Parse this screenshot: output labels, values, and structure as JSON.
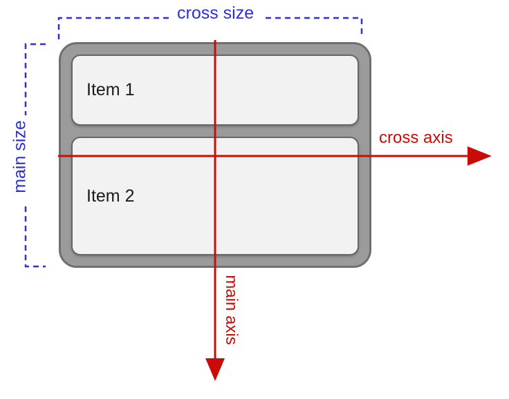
{
  "flex_container": {
    "items": [
      {
        "label": "Item 1"
      },
      {
        "label": "Item 2"
      }
    ]
  },
  "labels": {
    "cross_size": "cross size",
    "main_size": "main size",
    "cross_axis": "cross axis",
    "main_axis": "main axis"
  },
  "colors": {
    "measure_blue": "#2E2EDC",
    "axis_red": "#C90D06",
    "container_fill": "#9B9B9B",
    "container_border": "#6F6F6F",
    "item_fill": "#F2F2F2",
    "item_border": "#666666",
    "item_text": "#1B1B1B",
    "background": "#FFFFFF"
  }
}
